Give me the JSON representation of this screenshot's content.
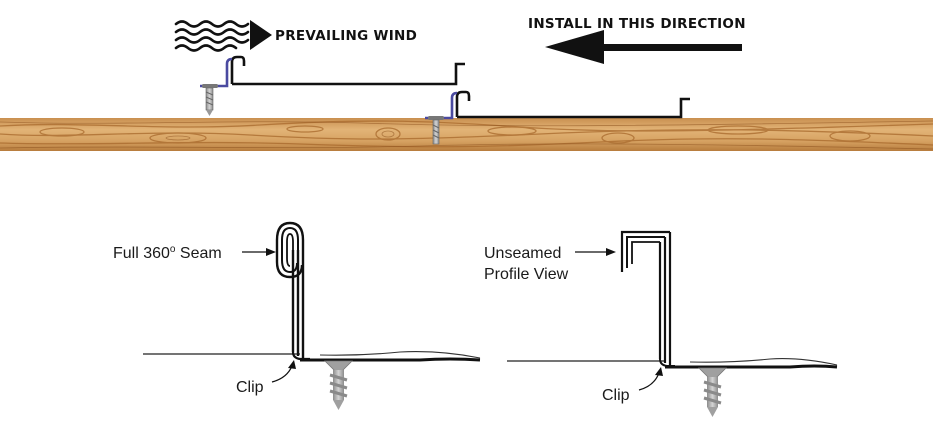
{
  "header": {
    "prevailing_wind": "PREVAILING WIND",
    "install_direction": "INSTALL IN THIS DIRECTION"
  },
  "detail_left": {
    "seam_label": "Full 360",
    "seam_degree": "o",
    "seam_suffix": " Seam",
    "clip_label": "Clip"
  },
  "detail_right": {
    "profile_line1": "Unseamed",
    "profile_line2": "Profile View",
    "clip_label": "Clip"
  },
  "colors": {
    "wood_base": "#d9a868",
    "wood_dark": "#b87a3c",
    "clip_blue": "#4a4aa0",
    "panel_black": "#111111",
    "screw_gray": "#a8a8a8"
  }
}
